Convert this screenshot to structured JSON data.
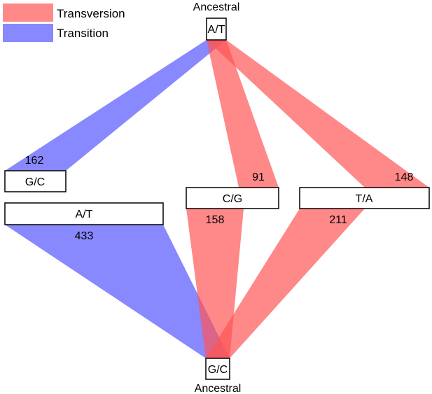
{
  "legend": {
    "transversion": {
      "label": "Transversion",
      "color": "#ff5555"
    },
    "transition": {
      "label": "Transition",
      "color": "#5555ff"
    }
  },
  "top_node": {
    "caption": "Ancestral",
    "label": "A/T"
  },
  "bottom_node": {
    "caption": "Ancestral",
    "label": "G/C"
  },
  "middle_nodes": {
    "gc": {
      "label": "G/C"
    },
    "at": {
      "label": "A/T"
    },
    "cg": {
      "label": "C/G"
    },
    "ta": {
      "label": "T/A"
    }
  },
  "flows": [
    {
      "from": "A/T",
      "to": "G/C",
      "type": "transition",
      "count": "162"
    },
    {
      "from": "A/T",
      "to": "C/G",
      "type": "transversion",
      "count": "91"
    },
    {
      "from": "A/T",
      "to": "T/A",
      "type": "transversion",
      "count": "148"
    },
    {
      "from": "G/C",
      "to": "A/T",
      "type": "transition",
      "count": "433"
    },
    {
      "from": "G/C",
      "to": "C/G",
      "type": "transversion",
      "count": "158"
    },
    {
      "from": "G/C",
      "to": "T/A",
      "type": "transversion",
      "count": "211"
    }
  ]
}
